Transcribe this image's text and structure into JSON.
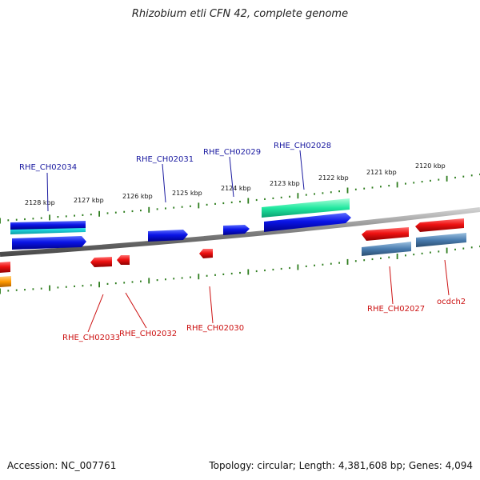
{
  "title": "Rhizobium etli CFN 42, complete genome",
  "footer": {
    "accession": "Accession: NC_007761",
    "summary": "Topology: circular; Length: 4,381,608 bp; Genes: 4,094"
  },
  "scale_labels": [
    "2128 kbp",
    "2127 kbp",
    "2126 kbp",
    "2125 kbp",
    "2124 kbp",
    "2123 kbp",
    "2122 kbp",
    "2121 kbp",
    "2120 kbp"
  ],
  "genes_forward": [
    "RHE_CH02034",
    "RHE_CH02031",
    "RHE_CH02029",
    "RHE_CH02028"
  ],
  "genes_reverse": [
    "RHE_CH02033",
    "RHE_CH02032",
    "RHE_CH02030",
    "RHE_CH02027",
    "ocdch2"
  ],
  "colors": {
    "forward_label": "#1a1aa0",
    "reverse_label": "#cc1111",
    "backbone": "#888888",
    "ticks": "#2e7d1e",
    "blue_gene": "#0a14e6",
    "red_gene": "#ee1111",
    "green_gene": "#22e8a0",
    "steel_gene": "#4a7db0",
    "orange_gene": "#ff9900"
  }
}
